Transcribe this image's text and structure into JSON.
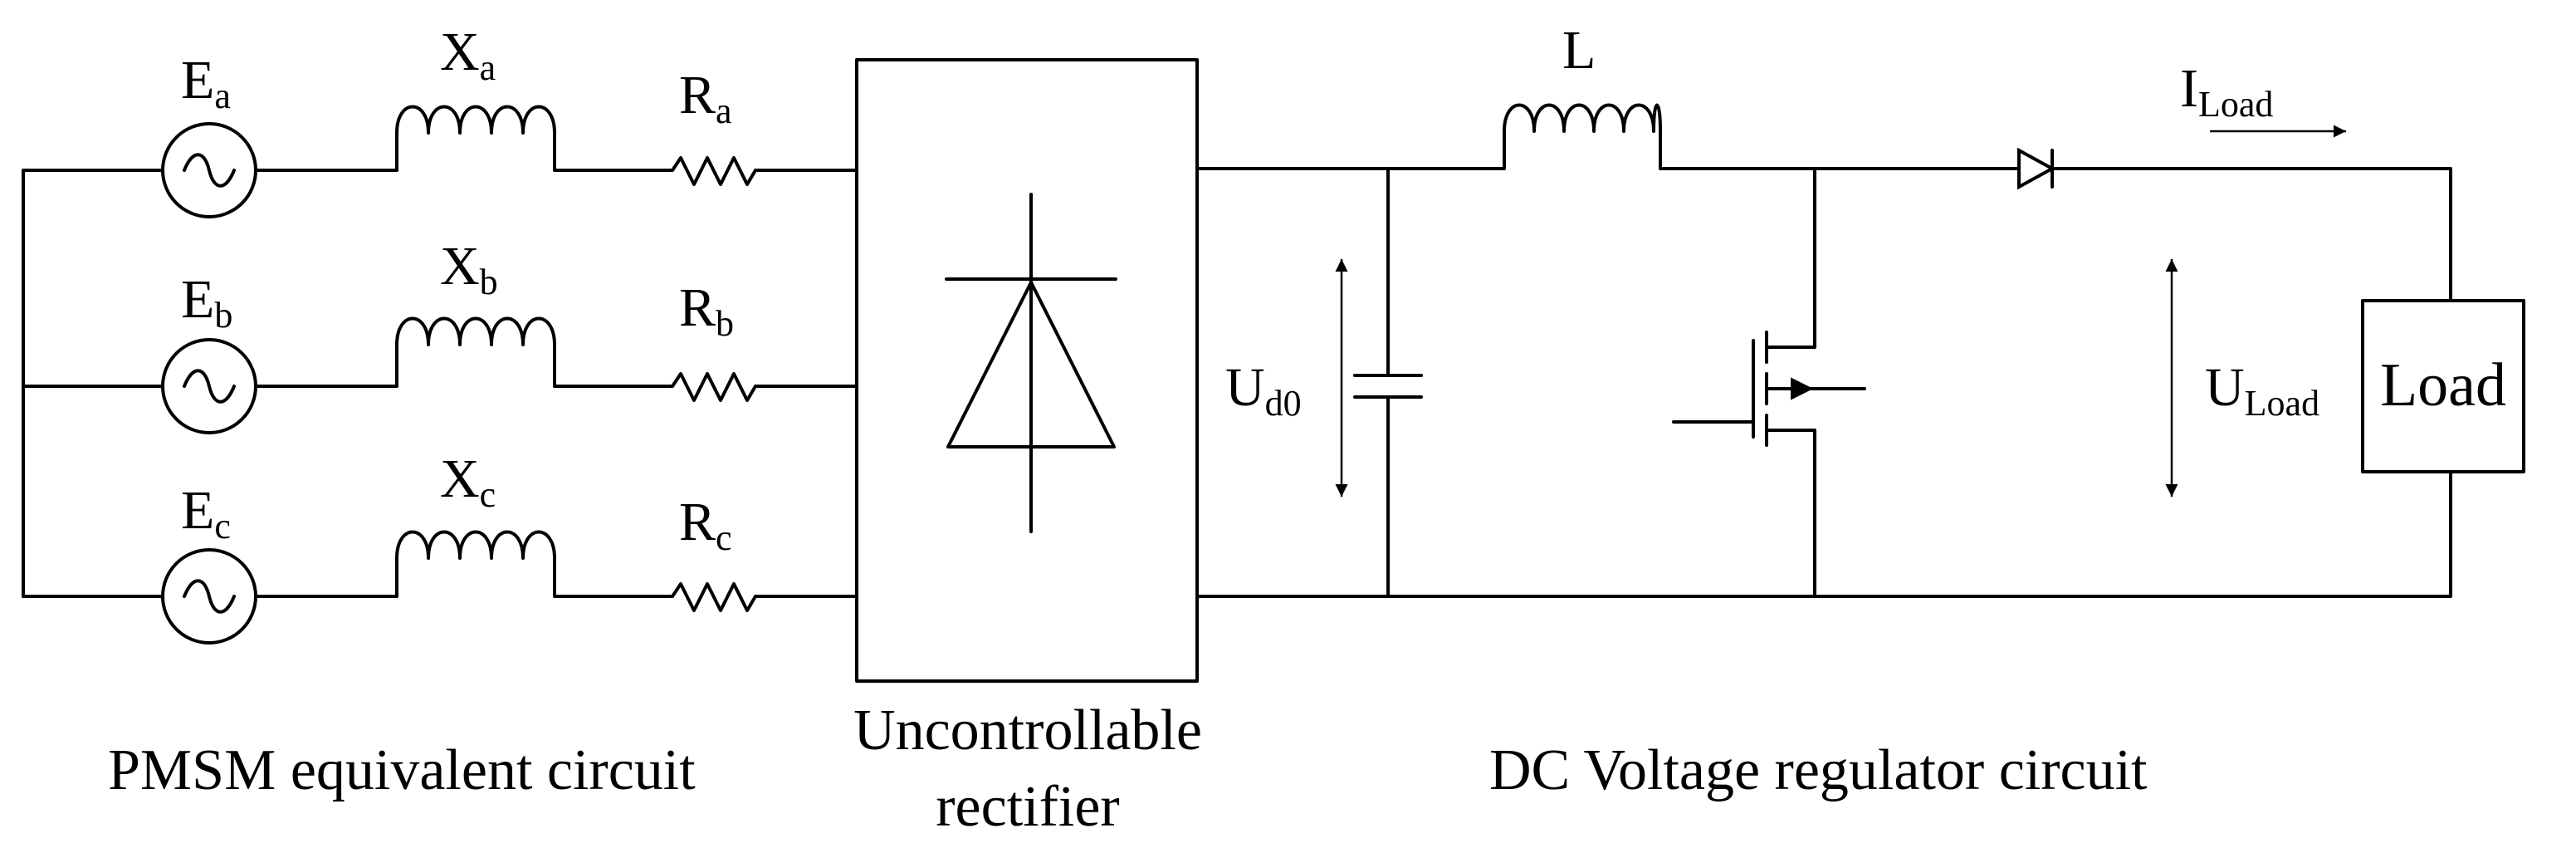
{
  "sources": [
    {
      "main": "E",
      "sub": "a"
    },
    {
      "main": "E",
      "sub": "b"
    },
    {
      "main": "E",
      "sub": "c"
    }
  ],
  "reactances": [
    {
      "main": "X",
      "sub": "a"
    },
    {
      "main": "X",
      "sub": "b"
    },
    {
      "main": "X",
      "sub": "c"
    }
  ],
  "resistors": [
    {
      "main": "R",
      "sub": "a"
    },
    {
      "main": "R",
      "sub": "b"
    },
    {
      "main": "R",
      "sub": "c"
    }
  ],
  "inductor_label": "L",
  "load_current": {
    "main": "I",
    "sub": "Load"
  },
  "dc_link_voltage": {
    "main": "U",
    "sub": "d0"
  },
  "load_voltage": {
    "main": "U",
    "sub": "Load"
  },
  "load_box_label": "Load",
  "captions": {
    "pmsm": "PMSM equivalent circuit",
    "rectifier_line1": "Uncontrollable",
    "rectifier_line2": "rectifier",
    "regulator": "DC Voltage regulator circuit"
  }
}
